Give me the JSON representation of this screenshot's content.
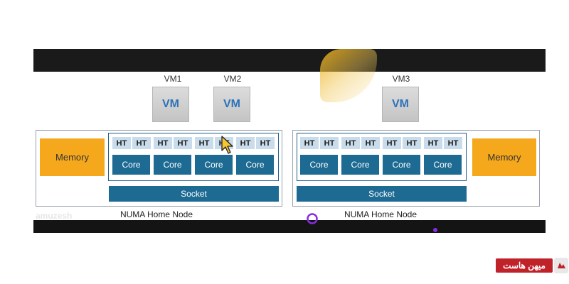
{
  "vms": [
    {
      "label": "VM1",
      "box_text": "VM"
    },
    {
      "label": "VM2",
      "box_text": "VM"
    },
    {
      "label": "VM3",
      "box_text": "VM"
    }
  ],
  "nodes": [
    {
      "memory_label": "Memory",
      "socket_label": "Socket",
      "node_label": "NUMA Home Node",
      "ht_labels": [
        "HT",
        "HT",
        "HT",
        "HT",
        "HT",
        "HT",
        "HT",
        "HT"
      ],
      "core_labels": [
        "Core",
        "Core",
        "Core",
        "Core"
      ]
    },
    {
      "memory_label": "Memory",
      "socket_label": "Socket",
      "node_label": "NUMA Home Node",
      "ht_labels": [
        "HT",
        "HT",
        "HT",
        "HT",
        "HT",
        "HT",
        "HT",
        "HT"
      ],
      "core_labels": [
        "Core",
        "Core",
        "Core",
        "Core"
      ]
    }
  ],
  "watermark": "amuzesh",
  "brand_badge": "میهن هاست",
  "colors": {
    "memory": "#f5a81c",
    "core": "#1d6a93",
    "ht": "#c8dcec",
    "vm_text": "#2e72b8",
    "brand": "#c0222a"
  }
}
